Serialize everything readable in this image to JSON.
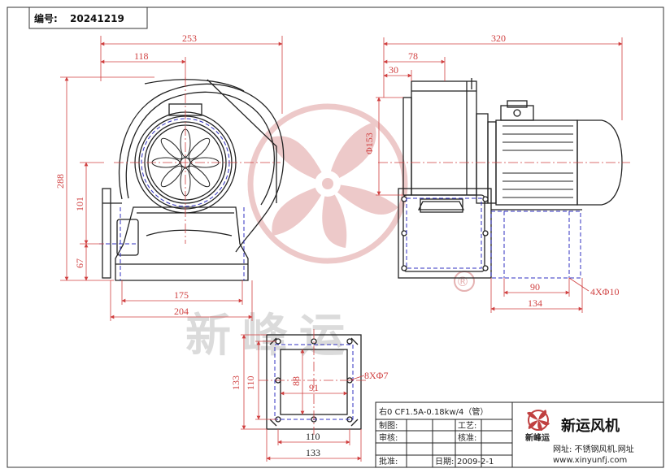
{
  "header": {
    "serial_label": "编号:",
    "serial_value": "20241219"
  },
  "dimensions": {
    "front": {
      "overall_width": "253",
      "inlet_offset": "118",
      "overall_height": "288",
      "outlet_height": "101",
      "base_height": "67",
      "base_hole_span": "175",
      "base_width": "204"
    },
    "side": {
      "overall_length": "320",
      "housing_width": "78",
      "inlet_depth": "30",
      "inlet_diameter": "Φ153",
      "hole_span": "90",
      "base_length": "134",
      "mount_holes": "4XΦ10"
    },
    "flange": {
      "outer_height": "133",
      "bolt_height": "110",
      "inner_height": "88",
      "inner_width": "91",
      "bolt_holes": "8XΦ7",
      "bolt_width": "110",
      "outer_width": "133"
    }
  },
  "watermark": {
    "text": "新峰运",
    "registered": "®"
  },
  "title_block": {
    "model": "右0 CF1.5A-0.18kw/4（管）",
    "row_labels": {
      "drawn": "制图:",
      "checked": "审核:",
      "approved": "批准:"
    },
    "process_label": "工艺:",
    "verify_label": "核准:",
    "date_label": "日期:",
    "date_value": "2009-2-1",
    "logo_text": "新峰运",
    "company": "新运风机",
    "website_label": "网址: 不锈钢风机.网址",
    "website_url": "www.xinyunfj.com"
  },
  "colors": {
    "outline": "#222222",
    "dimension": "#d04040",
    "hidden": "#3030c0",
    "watermark": "#c04040"
  }
}
